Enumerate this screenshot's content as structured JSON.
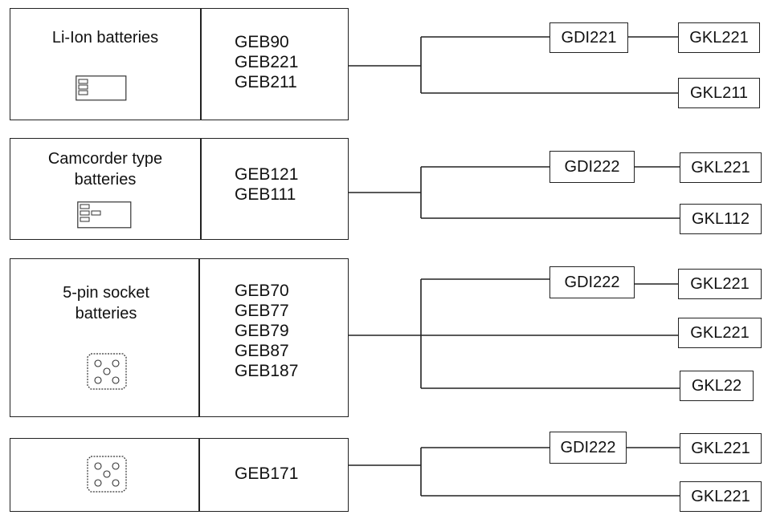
{
  "groups": [
    {
      "title": "Li-Ion batteries",
      "models": "GEB90\nGEB221\nGEB211",
      "icon": "li-ion-battery-icon",
      "chargers": [
        {
          "adapter": "GDI221",
          "charger": "GKL221"
        },
        {
          "charger": "GKL211"
        }
      ]
    },
    {
      "title": "Camcorder type\nbatteries",
      "models": "GEB121\nGEB111",
      "icon": "camcorder-battery-icon",
      "chargers": [
        {
          "adapter": "GDI222",
          "charger": "GKL221"
        },
        {
          "charger": "GKL112"
        }
      ]
    },
    {
      "title": "5-pin socket\nbatteries",
      "models": "GEB70\nGEB77\nGEB79\nGEB87\nGEB187",
      "icon": "five-pin-socket-icon",
      "chargers": [
        {
          "adapter": "GDI222",
          "charger": "GKL221"
        },
        {
          "charger": "GKL221"
        },
        {
          "charger": "GKL22"
        }
      ]
    },
    {
      "title": "",
      "models": "GEB171",
      "icon": "five-pin-socket-icon",
      "chargers": [
        {
          "adapter": "GDI222",
          "charger": "GKL221"
        },
        {
          "charger": "GKL221"
        }
      ]
    }
  ]
}
